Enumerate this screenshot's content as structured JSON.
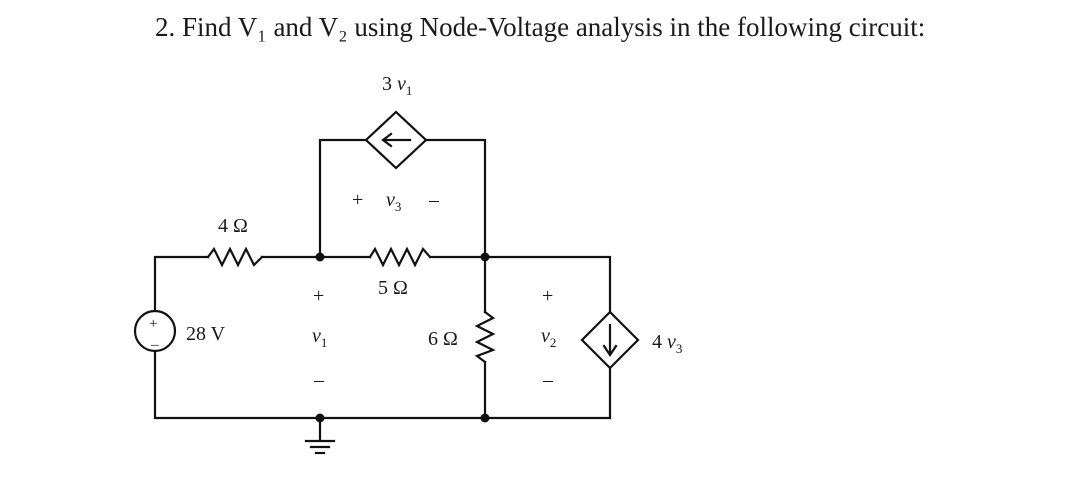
{
  "problem": {
    "number": "2.",
    "text": "Find V₁ and V₂ using Node-Voltage analysis in the following circuit:"
  },
  "circuit": {
    "dependent_current_source_top": {
      "label_coef": "3",
      "label_var": "v",
      "label_sub": "1"
    },
    "v3_marker": {
      "plus": "+",
      "var": "v",
      "sub": "3",
      "minus": "–"
    },
    "resistor_4": {
      "label": "4 Ω"
    },
    "resistor_5": {
      "label": "5 Ω"
    },
    "resistor_6": {
      "label": "6 Ω"
    },
    "voltage_source": {
      "label": "28 V",
      "plus": "+",
      "minus": "–"
    },
    "v1_marker": {
      "plus": "+",
      "var": "v",
      "sub": "1",
      "minus": "–"
    },
    "v2_marker": {
      "plus": "+",
      "var": "v",
      "sub": "2",
      "minus": "–"
    },
    "dependent_current_source_right": {
      "label_coef": "4",
      "label_var": "v",
      "label_sub": "3"
    }
  }
}
